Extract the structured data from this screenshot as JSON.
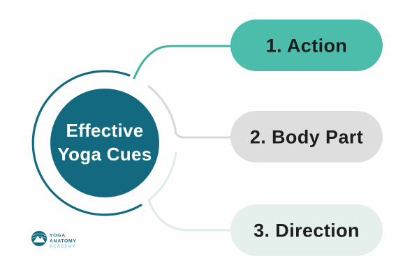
{
  "diagram": {
    "background": "#FEFEFE",
    "center_node": {
      "line1": "Effective",
      "line2": "Yoga Cues",
      "fill": "#136A80",
      "text_color": "#FFFFFF"
    },
    "ring_color": "#136A80",
    "branches": [
      {
        "label": "1. Action",
        "pill_fill": "#4DBDAB",
        "connector_color": "#42B49F",
        "text_color": "#1D1D1D"
      },
      {
        "label": "2. Body Part",
        "pill_fill": "#DEDEDE",
        "connector_color": "#D8D8D8",
        "text_color": "#1D1D1D"
      },
      {
        "label": "3. Direction",
        "pill_fill": "#E5F0ED",
        "connector_color": "#DFECE8",
        "text_color": "#1D1D1D"
      }
    ]
  },
  "logo": {
    "line1": "YOGA",
    "line2": "ANATOMY",
    "line3": "ACADEMY",
    "color": "#136A80",
    "accent_color": "#A8CBD3"
  }
}
